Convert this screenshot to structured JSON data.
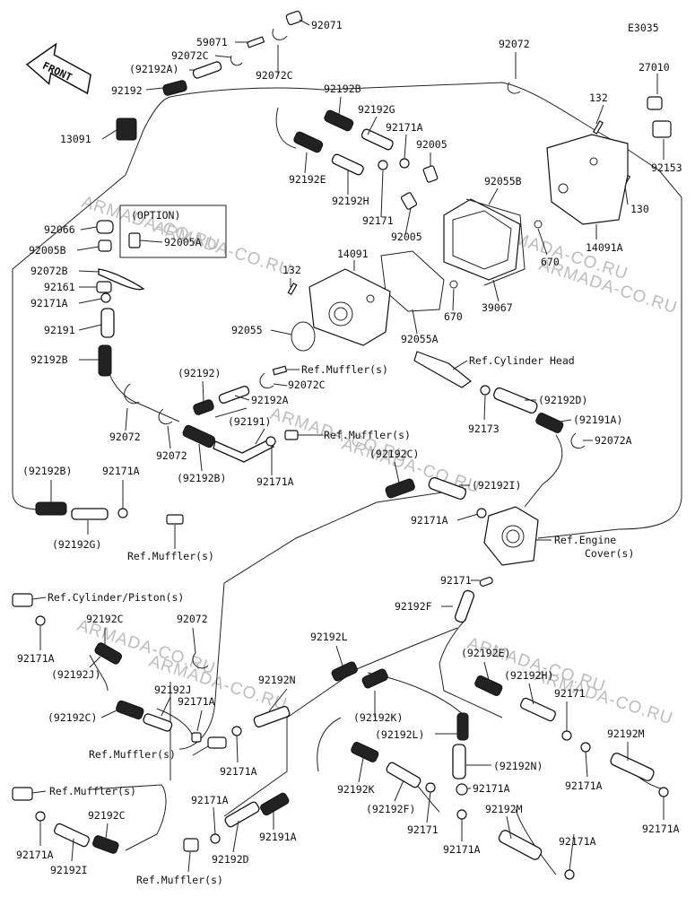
{
  "diagram_code": "E3035",
  "front_label": "FRONT",
  "watermark": "ARMADA-CO.RU",
  "option_label": "(OPTION)",
  "labels": {
    "l92071": "92071",
    "l59071": "59071",
    "l92072C_a": "92072C",
    "l92192A_p": "(92192A)",
    "l92072C_b": "92072C",
    "l92192": "92192",
    "l13091": "13091",
    "l92072_top": "92072",
    "l27010": "27010",
    "l132_a": "132",
    "l92153": "92153",
    "l130": "130",
    "l14091A": "14091A",
    "l670_a": "670",
    "l92055B": "92055B",
    "l92005_a": "92005",
    "l92005_b": "92005",
    "l92171A_a": "92171A",
    "l92192G": "92192G",
    "l92192B_a": "92192B",
    "l92192E": "92192E",
    "l92192H": "92192H",
    "l92171_a": "92171",
    "l14091": "14091",
    "l132_b": "132",
    "l92055": "92055",
    "l92055A": "92055A",
    "l670_b": "670",
    "l39067": "39067",
    "l92066": "92066",
    "l92005B": "92005B",
    "l92005A": "92005A",
    "l92072B": "92072B",
    "l92161": "92161",
    "l92171A_b": "92171A",
    "l92191": "92191",
    "l92192B_b": "92192B",
    "l92072_a": "92072",
    "l92072_b": "92072",
    "l92192_p": "(92192)",
    "lRefMuff1": "Ref.Muffler(s)",
    "l92072C_c": "92072C",
    "l92192A": "92192A",
    "l92191_p": "(92191)",
    "lRefMuff2": "Ref.Muffler(s)",
    "l92192B_p": "(92192B)",
    "l92171A_c": "92171A",
    "lRefCylHead": "Ref.Cylinder Head",
    "l92192D_p": "(92192D)",
    "l92173": "92173",
    "l92191A_p": "(92191A)",
    "l92072A": "92072A",
    "l92192C_p": "(92192C)",
    "l92192I_p": "(92192I)",
    "l92171A_d": "92171A",
    "lRefEngCover1": "Ref.Engine",
    "lRefEngCover2": "Cover(s)",
    "l92192B_p2": "(92192B)",
    "l92171A_e": "92171A",
    "l92192G_p": "(92192G)",
    "lRefMuff3": "Ref.Muffler(s)",
    "l92171_b": "92171",
    "l92192F": "92192F",
    "lRefCylPiston": "Ref.Cylinder/Piston(s)",
    "l92192C_a": "92192C",
    "l92171A_f": "92171A",
    "l92192J_p": "(92192J)",
    "l92072_c": "92072",
    "l92192J": "92192J",
    "l92192C_p2": "(92192C)",
    "l92171A_g": "92171A",
    "lRefMuff4": "Ref.Muffler(s)",
    "l92171A_h": "92171A",
    "l92192L": "92192L",
    "l92192N": "92192N",
    "l92192K_p": "(92192K)",
    "l92192L_p": "(92192L)",
    "l92192E_p": "(92192E)",
    "l92192H_p": "(92192H)",
    "l92171_c": "92171",
    "l92192M": "92192M",
    "l92192N_p": "(92192N)",
    "l92171A_i": "92171A",
    "l92171A_j": "92171A",
    "lRefMuff5": "Ref.Muffler(s)",
    "l92192C_b": "92192C",
    "l92171A_k": "92171A",
    "l92192I": "92192I",
    "l92171A_l": "92171A",
    "l92192D": "92192D",
    "l92191A": "92191A",
    "l92192K": "92192K",
    "l92192F_p": "(92192F)",
    "l92171_d": "92171",
    "l92192M_b": "92192M",
    "l92171A_m": "92171A",
    "l92171A_n": "92171A",
    "l92171A_o": "92171A",
    "lRefMuff6": "Ref.Muffler(s)"
  }
}
